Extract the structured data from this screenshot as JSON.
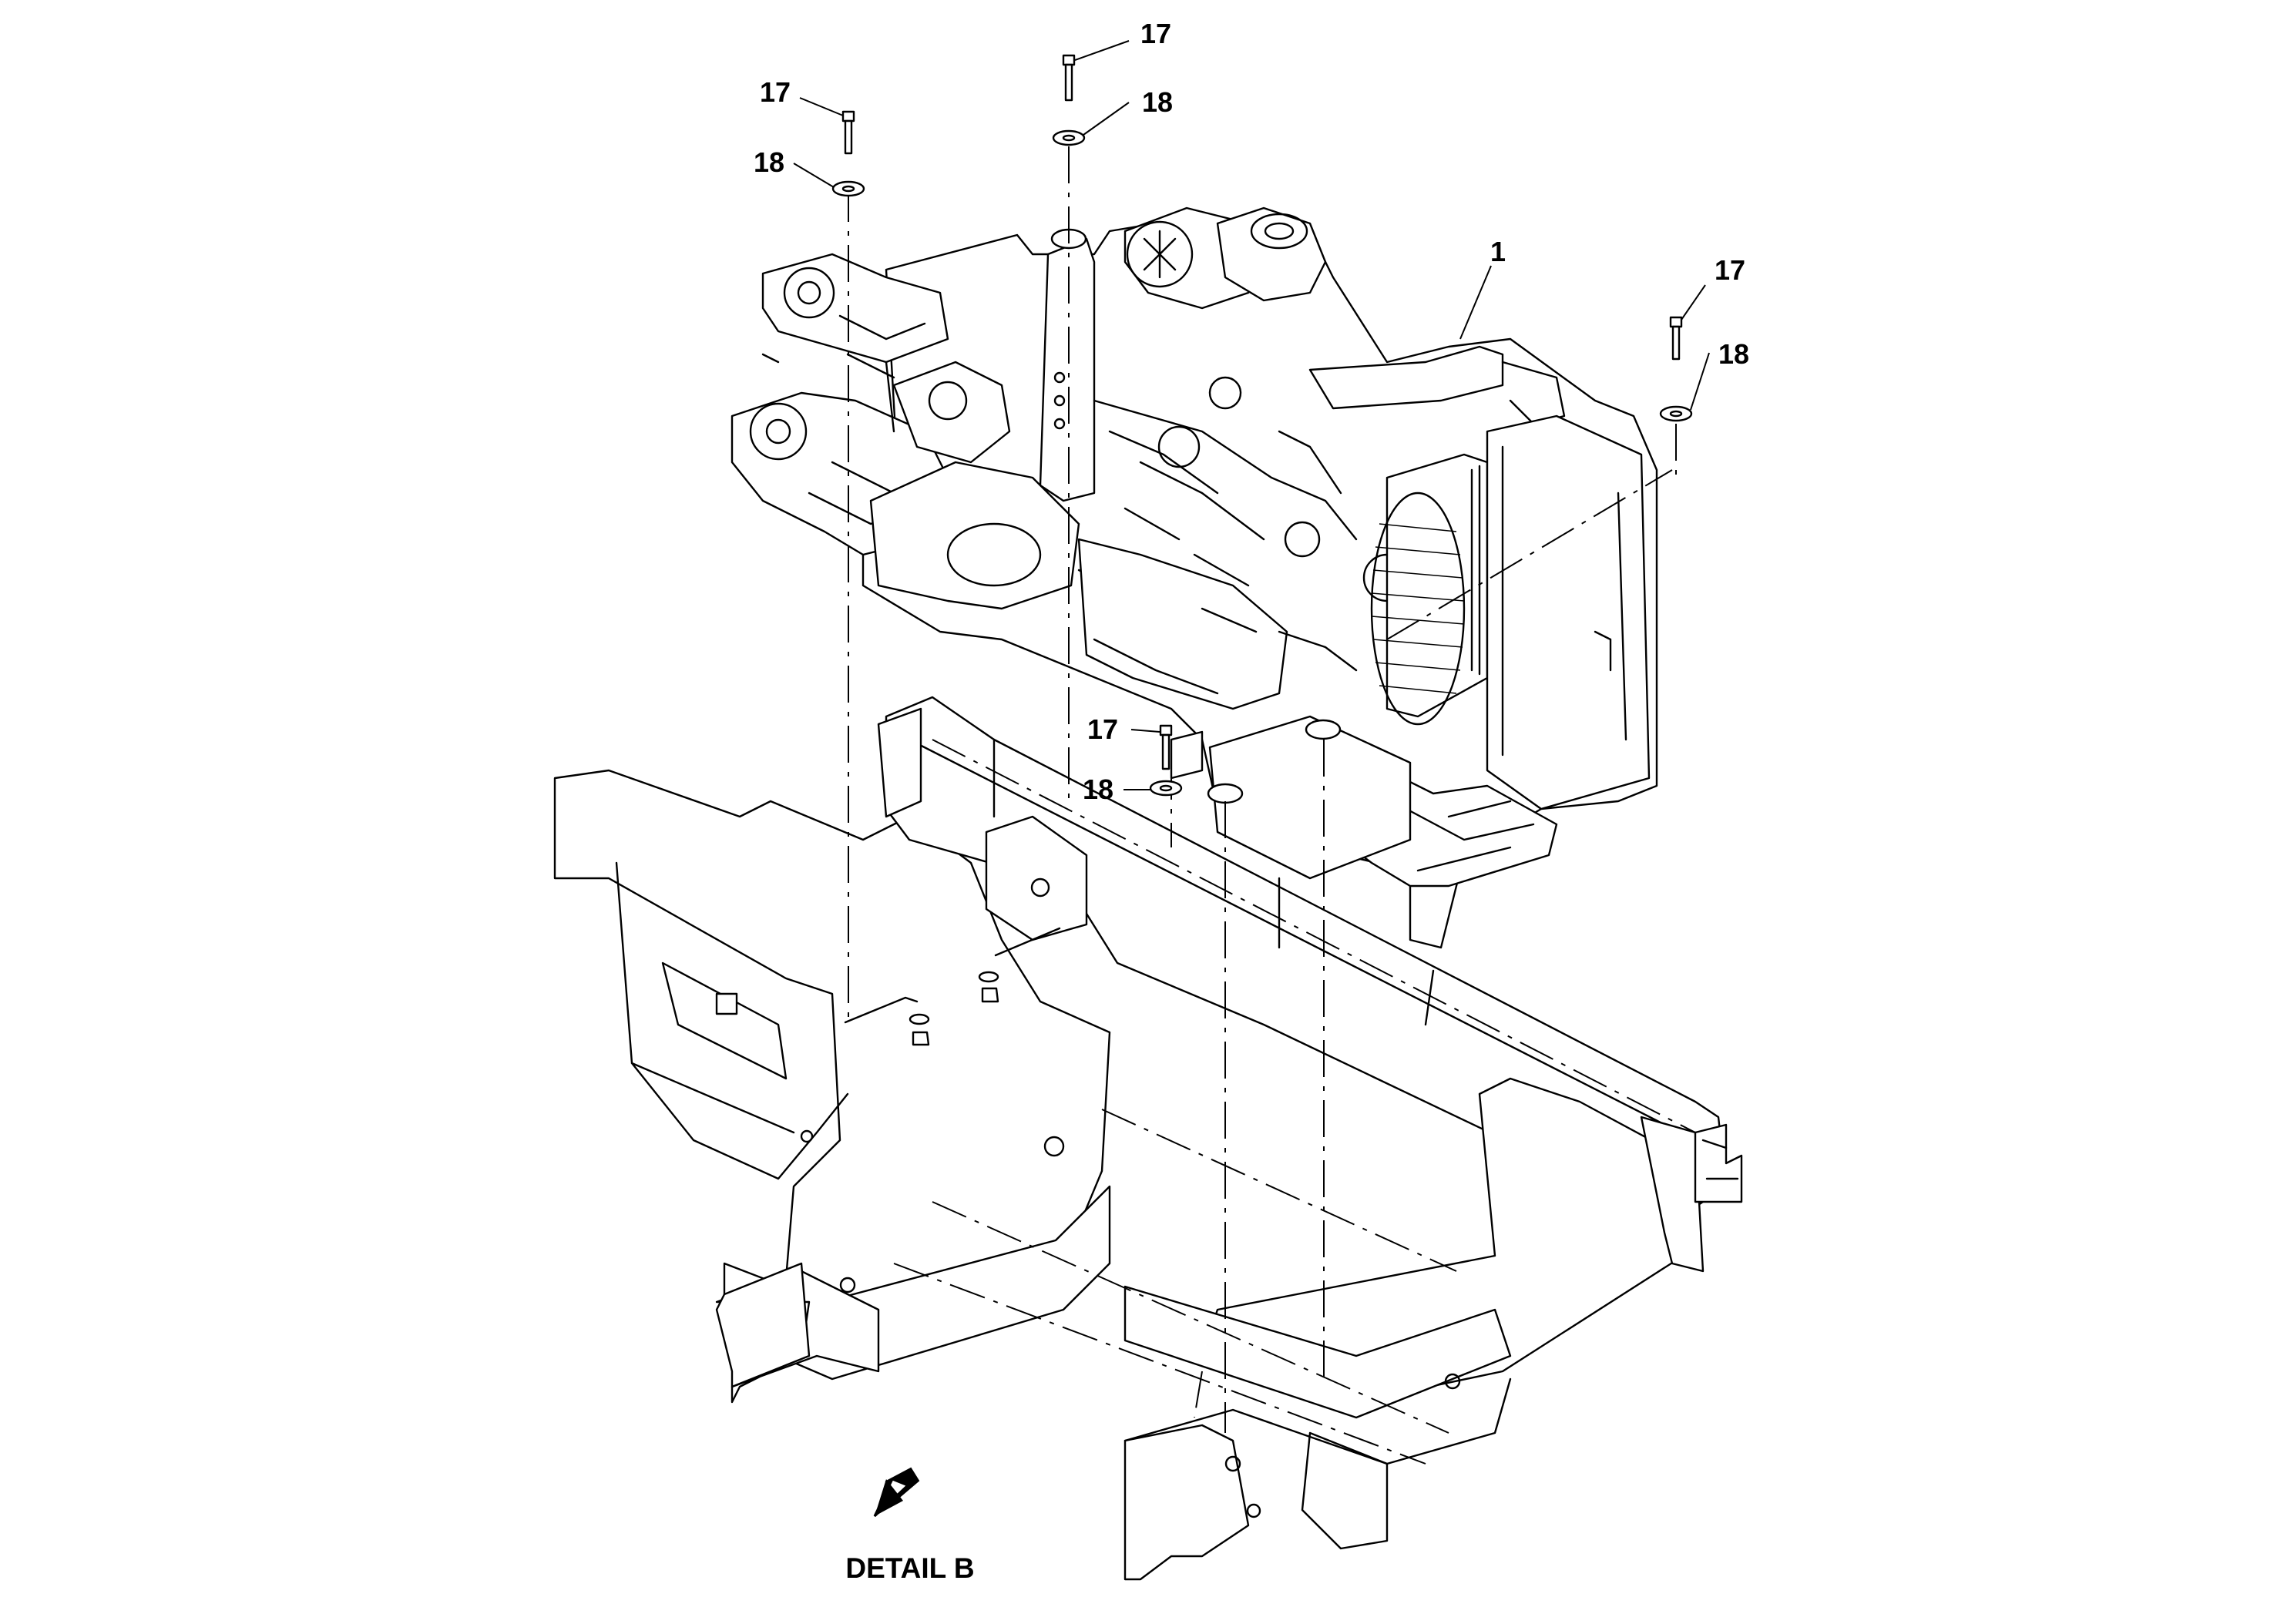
{
  "caption": "DETAIL B",
  "callouts": {
    "bolt_top_center": "17",
    "washer_top_center": "18",
    "bolt_top_left": "17",
    "washer_top_left": "18",
    "engine_assembly": "1",
    "bolt_right": "17",
    "washer_right": "18",
    "bolt_lower_center": "17",
    "washer_lower_center": "18"
  },
  "icons": {
    "direction_arrow": "arrow-down-left-icon"
  }
}
